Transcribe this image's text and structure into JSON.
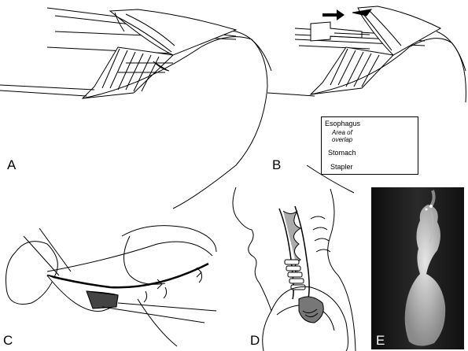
{
  "panels": [
    {
      "id": "A",
      "label": "A"
    },
    {
      "id": "B",
      "label": "B"
    },
    {
      "id": "C",
      "label": "C"
    },
    {
      "id": "D",
      "label": "D"
    },
    {
      "id": "E",
      "label": "E"
    }
  ],
  "inset": {
    "labels": [
      {
        "text": "Esophagus",
        "style": "normal"
      },
      {
        "text": "Area of",
        "style": "italic"
      },
      {
        "text": "overlap",
        "style": "italic"
      },
      {
        "text": "Stomach",
        "style": "normal"
      },
      {
        "text": "Stapler",
        "style": "normal"
      }
    ]
  }
}
